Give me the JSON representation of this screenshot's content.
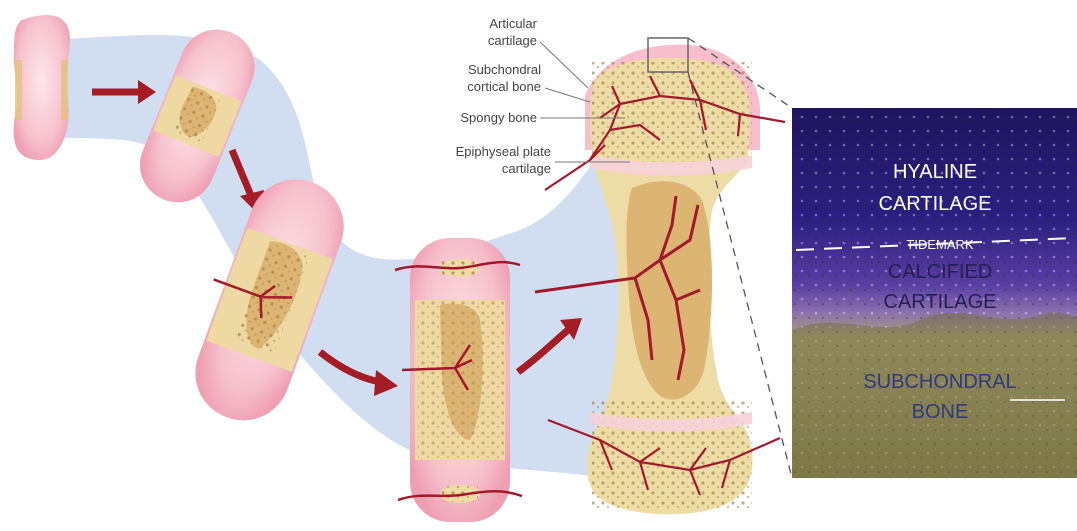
{
  "labels": {
    "articular_line1": "Articular",
    "articular_line2": "cartilage",
    "subchondral_line1": "Subchondral",
    "subchondral_line2": "cortical bone",
    "spongy": "Spongy bone",
    "epiphyseal_line1": "Epiphyseal plate",
    "epiphyseal_line2": "cartilage"
  },
  "histology": {
    "hyaline_line1": "HYALINE",
    "hyaline_line2": "CARTILAGE",
    "tidemark": "TIDEMARK",
    "calcified_line1": "CALCIFIED",
    "calcified_line2": "CARTILAGE",
    "subchondral_line1": "SUBCHONDRAL",
    "subchondral_line2": "BONE"
  },
  "colors": {
    "background_band": "#c9d8ee",
    "cartilage_pink": "#f6bfcb",
    "bone_tan": "#eedca6",
    "marrow": "#dcb572",
    "vessel": "#a3182a",
    "arrow": "#a31c26",
    "leader_line": "#777777",
    "histo_purple": "#2a1d78",
    "histo_bone": "#8f8a55"
  }
}
